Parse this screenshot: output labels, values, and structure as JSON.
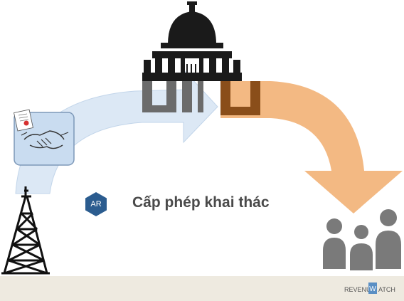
{
  "title": "Cấp phép khai thác",
  "badge": {
    "text": "AR"
  },
  "brand": {
    "left": "REVENUE",
    "mark": "W",
    "right": "ATCH"
  },
  "colors": {
    "blue_arrow": "#dce8f5",
    "orange_arrow": "#f3b983",
    "badge": "#2b5c8f",
    "icon_dark": "#1a1a1a",
    "people": "#7a7a7a",
    "footer": "#eeeae0",
    "handshake_box": "#c9dcf0"
  },
  "icons": [
    "oil-rig-icon",
    "government-building-icon",
    "handshake-contract-icon",
    "citizens-group-icon"
  ]
}
